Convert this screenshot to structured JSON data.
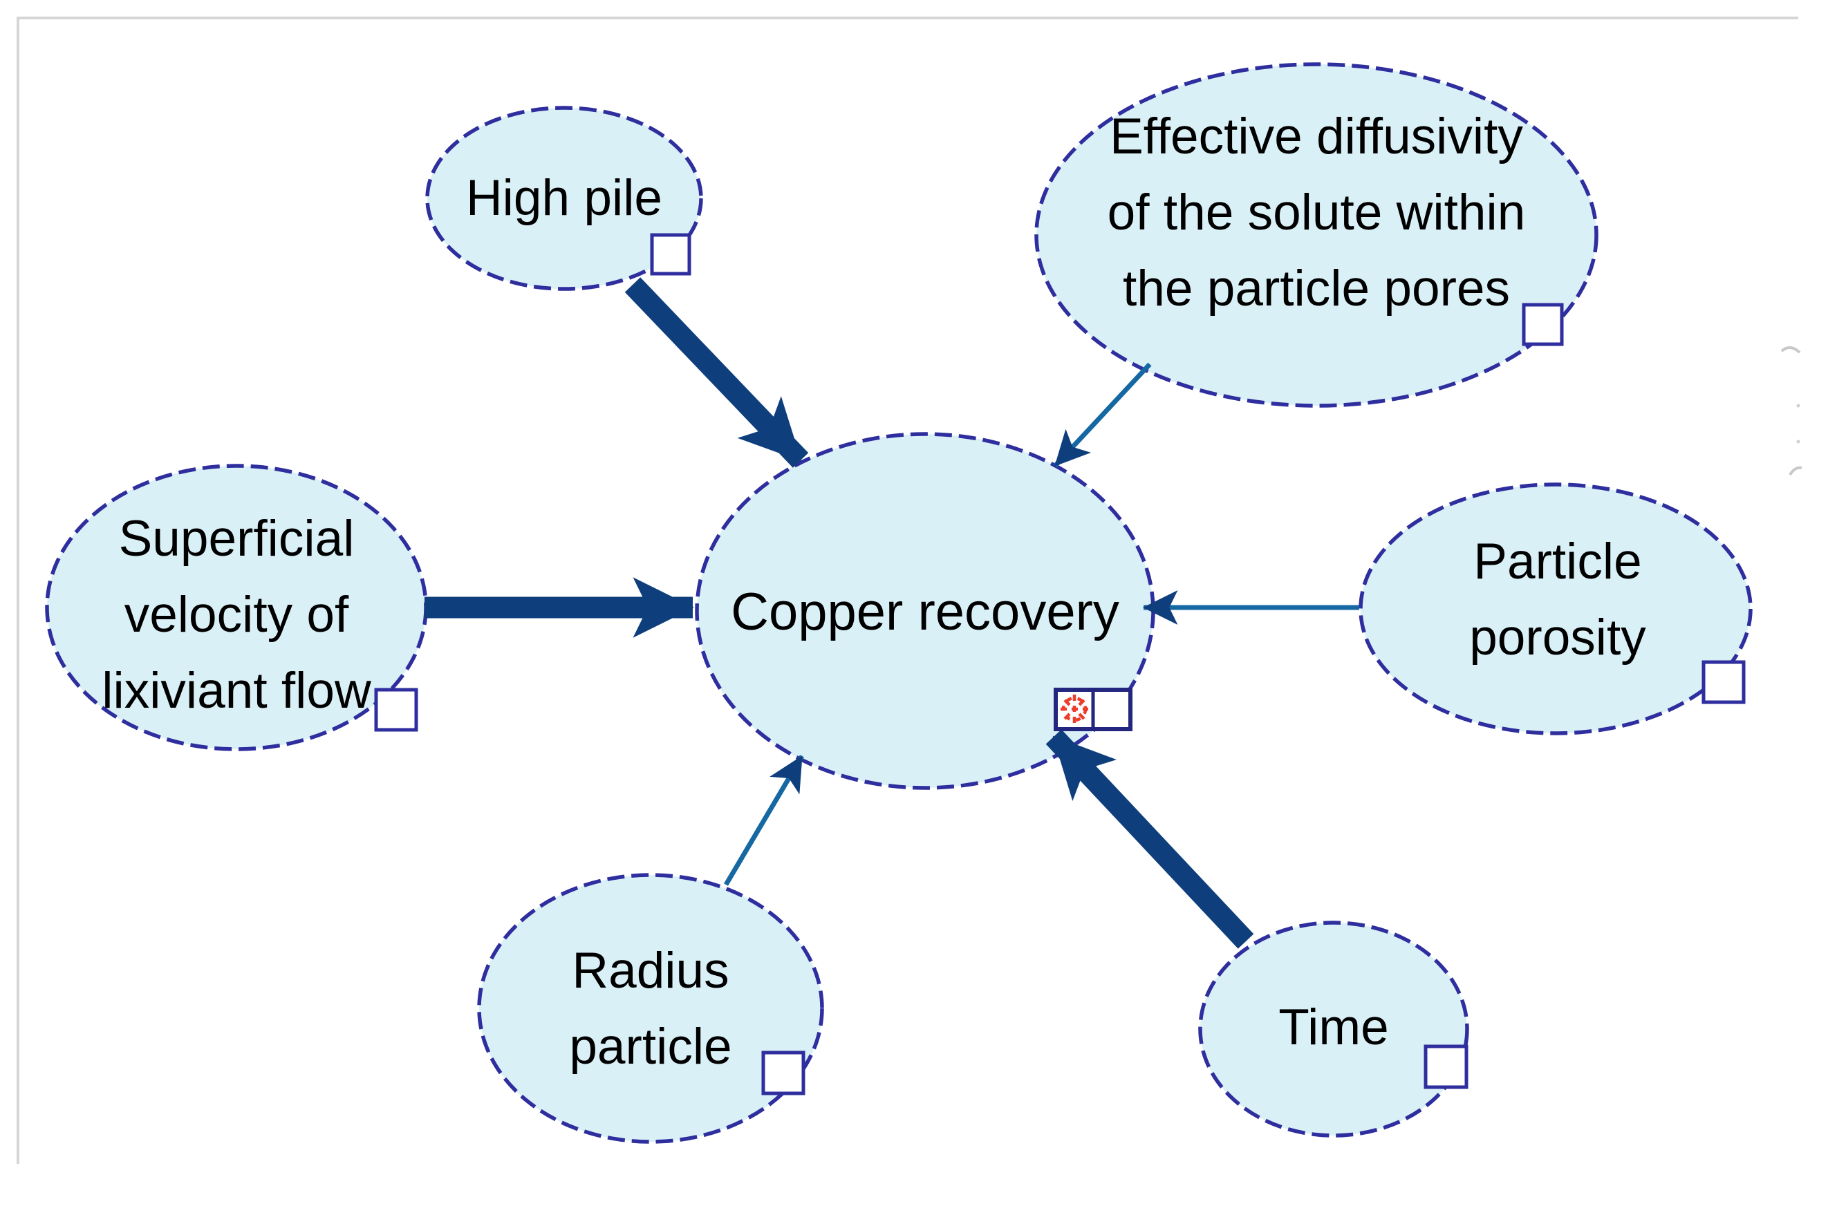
{
  "diagram": {
    "type": "concept-influence-map",
    "center_node": "Copper recovery",
    "nodes": {
      "copper_recovery": {
        "label": "Copper recovery"
      },
      "high_pile": {
        "label": "High pile"
      },
      "effective_diffusivity": {
        "line1": "Effective diffusivity",
        "line2": "of the solute within",
        "line3": "the particle pores"
      },
      "superficial_velocity": {
        "line1": "Superficial",
        "line2": "velocity of",
        "line3": "lixiviant flow"
      },
      "particle_porosity": {
        "line1": "Particle",
        "line2": "porosity"
      },
      "radius_particle": {
        "line1": "Radius",
        "line2": "particle"
      },
      "time": {
        "label": "Time"
      }
    },
    "edges": [
      {
        "from": "High pile",
        "to": "Copper recovery",
        "strength": "strong"
      },
      {
        "from": "Effective diffusivity of the solute within the particle pores",
        "to": "Copper recovery",
        "strength": "weak"
      },
      {
        "from": "Superficial velocity of lixiviant flow",
        "to": "Copper recovery",
        "strength": "strong"
      },
      {
        "from": "Particle porosity",
        "to": "Copper recovery",
        "strength": "weak"
      },
      {
        "from": "Radius particle",
        "to": "Copper recovery",
        "strength": "weak"
      },
      {
        "from": "Time",
        "to": "Copper recovery",
        "strength": "strong"
      }
    ],
    "colors": {
      "node_fill": "#daf0f7",
      "node_border": "#2e2e9e",
      "strong_arrow": "#0e3e7c",
      "weak_arrow": "#1668a3",
      "handle_fill": "#ffffff",
      "handle_border": "#2e2e9e",
      "indicator_red": "#ee3d2a",
      "frame_gray": "#d6d6d6",
      "text": "#000000"
    }
  }
}
